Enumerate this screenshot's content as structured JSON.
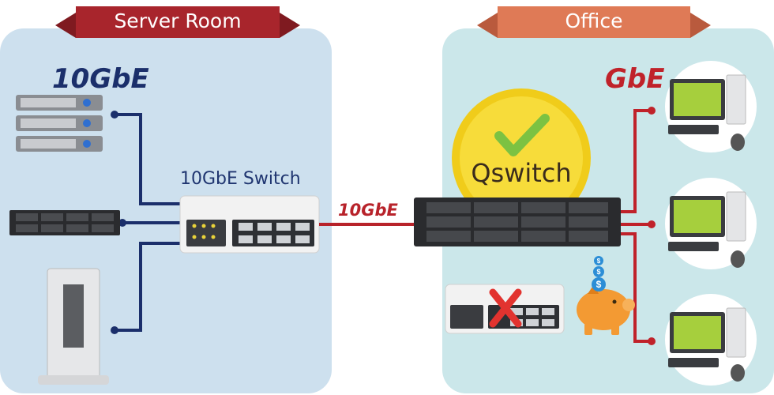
{
  "left_section": {
    "title": "Server Room",
    "speed_label": "10GbE",
    "switch_label": "10GbE Switch",
    "devices": [
      "rack-servers",
      "rackmount-nas",
      "tower-workstation"
    ]
  },
  "right_section": {
    "title": "Office",
    "speed_label": "GbE",
    "device": "rackmount-nas-with-switch",
    "badge_label": "Qswitch",
    "clients": [
      "desktop-pc-1",
      "desktop-pc-2",
      "desktop-pc-3"
    ],
    "savings": {
      "crossed_out": "separate-switch",
      "coins": [
        "$",
        "$",
        "$"
      ]
    }
  },
  "link_label": "10GbE",
  "colors": {
    "server_room_banner": "#a8252c",
    "office_banner": "#df7a56",
    "server_room_bg": "#cde0ee",
    "office_bg": "#cbe7ea",
    "link_10gbe": "#c0222a",
    "cable_blue": "#1b2f6b",
    "cable_red": "#c0222a",
    "badge_gold": "#f3d21b",
    "check_green": "#7cc242",
    "piggy_orange": "#f39a33"
  }
}
